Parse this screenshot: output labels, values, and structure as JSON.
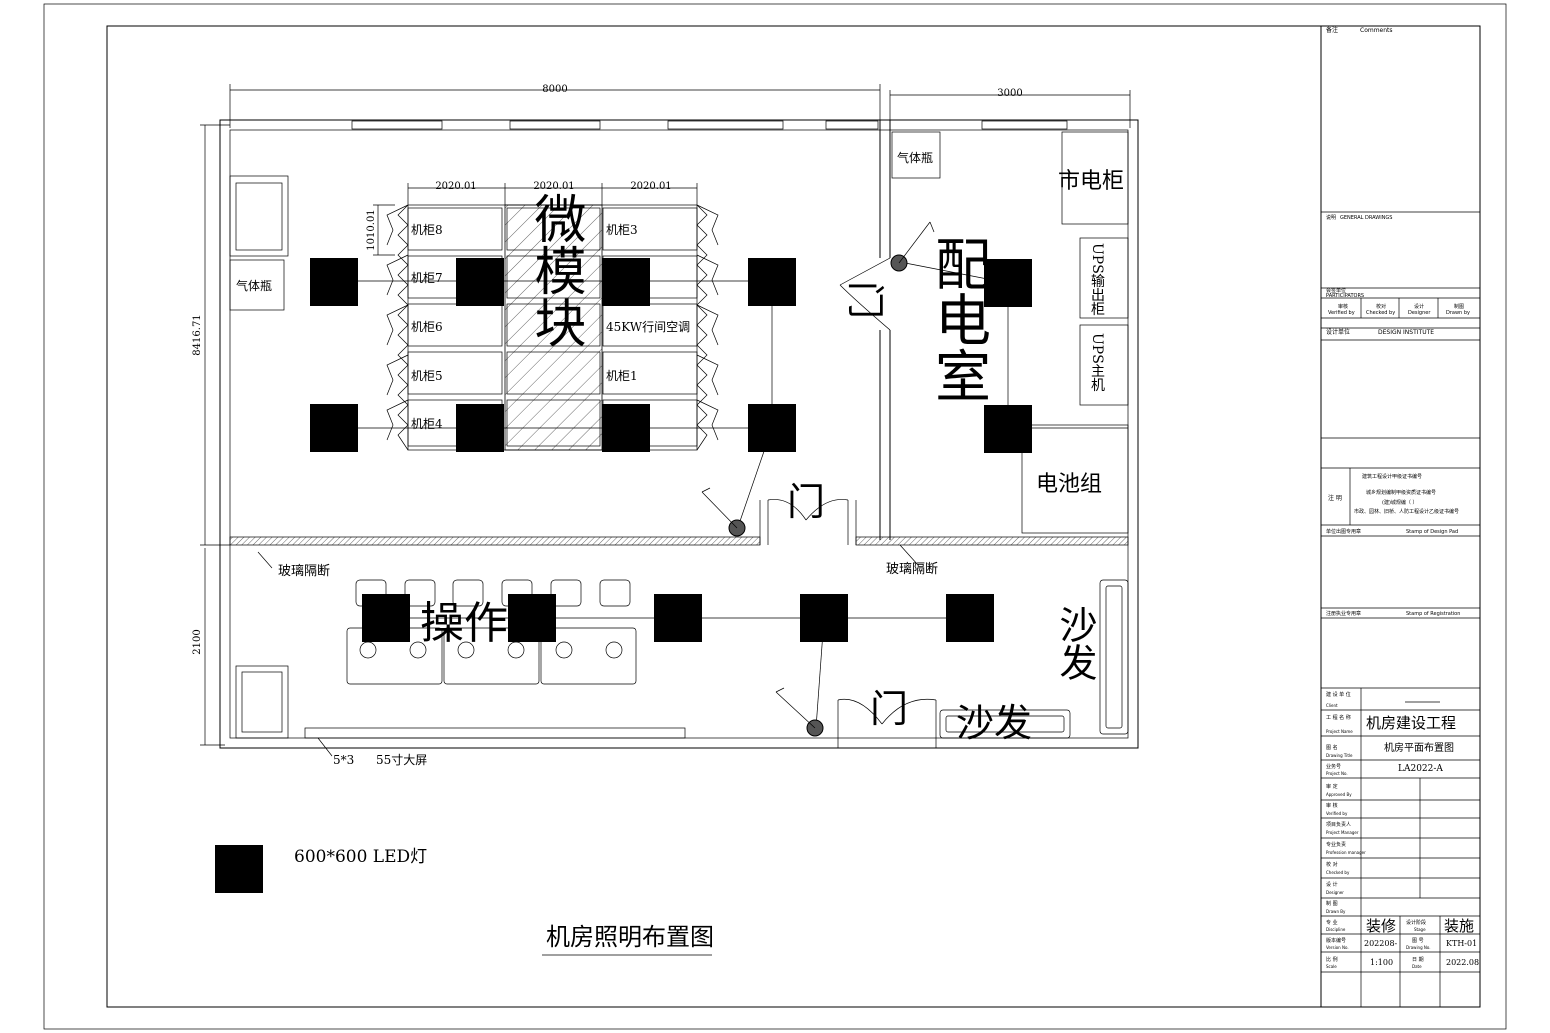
{
  "drawing_title": "机房照明布置图",
  "legend": {
    "label": "600*600 LED灯"
  },
  "dimensions": {
    "top_main": "8000",
    "top_power": "3000",
    "left_main": "8416.71",
    "left_ops": "2100",
    "cab_w1": "2020.01",
    "cab_w2": "2020.01",
    "cab_w3": "2020.01",
    "cab_h": "1010.01"
  },
  "rooms": {
    "micro_module": "微模块",
    "power_room": "配电室",
    "ops_room": "操作区"
  },
  "labels": {
    "gas_bottle_left": "气体瓶",
    "gas_bottle_right": "气体瓶",
    "city_power_cabinet": "市电柜",
    "ups_output_cabinet": "UPS输出柜",
    "ups_host": "UPS主机",
    "battery_group": "电池组",
    "door_main": "门",
    "door_power": "门",
    "door_ops": "门",
    "glass_partition_left": "玻璃隔断",
    "glass_partition_right": "玻璃隔断",
    "sofa_vertical": "沙发",
    "sofa_horizontal": "沙发",
    "screen_size": "5*3",
    "screen_label": "55寸大屏"
  },
  "cabinets_left": [
    "机柜8",
    "机柜7",
    "机柜6",
    "机柜5",
    "机柜4"
  ],
  "cabinets_right": [
    "机柜3",
    "",
    "45KW行间空调",
    "机柜1",
    ""
  ],
  "title_block": {
    "comments_cn": "备注",
    "comments_en": "Comments",
    "general_cn": "说明",
    "general_en": "GENERAL DRAWINGS",
    "participators_cn": "会签单位",
    "participators_en": "PARTICIPATORS",
    "verified_cn": "审核",
    "verified_en": "Verified by",
    "checked_cn": "校对",
    "checked_en": "Checked by",
    "designer_cn": "设计",
    "designer_en": "Designer",
    "drawn_cn": "制图",
    "drawn_en": "Drawn by",
    "institute_cn": "设计单位",
    "institute_en": "DESIGN INSTITUTE",
    "note_cn": "注 明",
    "cert_line1": "建筑工程设计甲级证书编号",
    "cert_line2": "城乡规划编制甲级资质证书编号",
    "cert_line3": "(建)城规编（          ）",
    "cert_line4": "市政、园林、旧桥、人防工程设计乙级证书编号",
    "stamp_design_cn": "单位出图专用章",
    "stamp_design_en": "Stamp of Design Pad",
    "stamp_reg_cn": "注册执业专用章",
    "stamp_reg_en": "Stamp of Registration",
    "client_cn": "建 设\n单 位",
    "client_en": "Client",
    "project_cn": "工 程\n名 称",
    "project_en": "Project Name",
    "project_name": "机房建设工程",
    "drawing_cn": "图 名",
    "drawing_en": "Drawing Title",
    "drawing_name": "机房平面布置图",
    "projno_cn": "业务号",
    "projno_en": "Project No.",
    "project_no": "LA2022-A",
    "approved_cn": "审 定",
    "approved_en": "Approved By",
    "verified2_cn": "审 核",
    "verified2_en": "Verified by",
    "pm_cn": "项目负责人",
    "pm_en": "Project Manager",
    "pro_cn": "专业负责",
    "pro_en": "Profession manager",
    "check2_cn": "校 对",
    "check2_en": "Checked by",
    "design2_cn": "设 计",
    "design2_en": "Designer",
    "draw2_cn": "制 图",
    "draw2_en": "Drawn By",
    "discipline_cn": "专 业",
    "discipline_en": "Discipline",
    "discipline": "装修",
    "stage_cn": "设计阶段",
    "stage_en": "Stage",
    "stage": "装施",
    "version_cn": "版本编号",
    "version_en": "Version No.",
    "version": "202208-",
    "drawno_cn": "图 号",
    "drawno_en": "Drawing No.",
    "drawing_no": "KTH-01",
    "scale_cn": "比 例",
    "scale_en": "Scale",
    "scale": "1:100",
    "date_cn": "日 期",
    "date_en": "Date",
    "date": "2022.08"
  }
}
